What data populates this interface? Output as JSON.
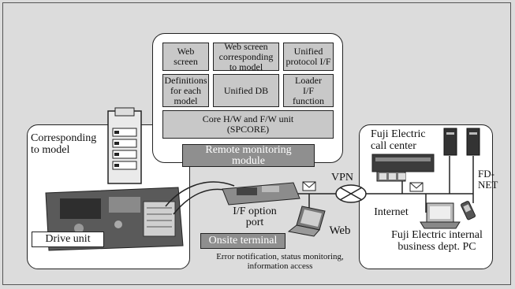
{
  "diagram": {
    "module_cells": {
      "web_screen": "Web\nscreen",
      "web_screen_model": "Web screen\ncorresponding\nto model",
      "unified_protocol": "Unified\nprotocol I/F",
      "definitions": "Definitions\nfor each\nmodel",
      "unified_db": "Unified DB",
      "loader": "Loader\nI/F\nfunction",
      "core": "Core H/W and F/W unit\n(SPCORE)"
    },
    "remote_module_label": "Remote monitoring\nmodule",
    "corresponding_model": "Corresponding\nto model",
    "drive_unit": "Drive unit",
    "if_option_port": "I/F option\nport",
    "onsite_terminal": "Onsite terminal",
    "onsite_caption": "Error notification, status monitoring,\ninformation access",
    "web": "Web",
    "vpn": "VPN",
    "internet": "Internet",
    "fuji_call_center": "Fuji Electric\ncall center",
    "fd_net": "FD-\nNET",
    "fuji_internal": "Fuji Electric internal\nbusiness dept. PC"
  }
}
